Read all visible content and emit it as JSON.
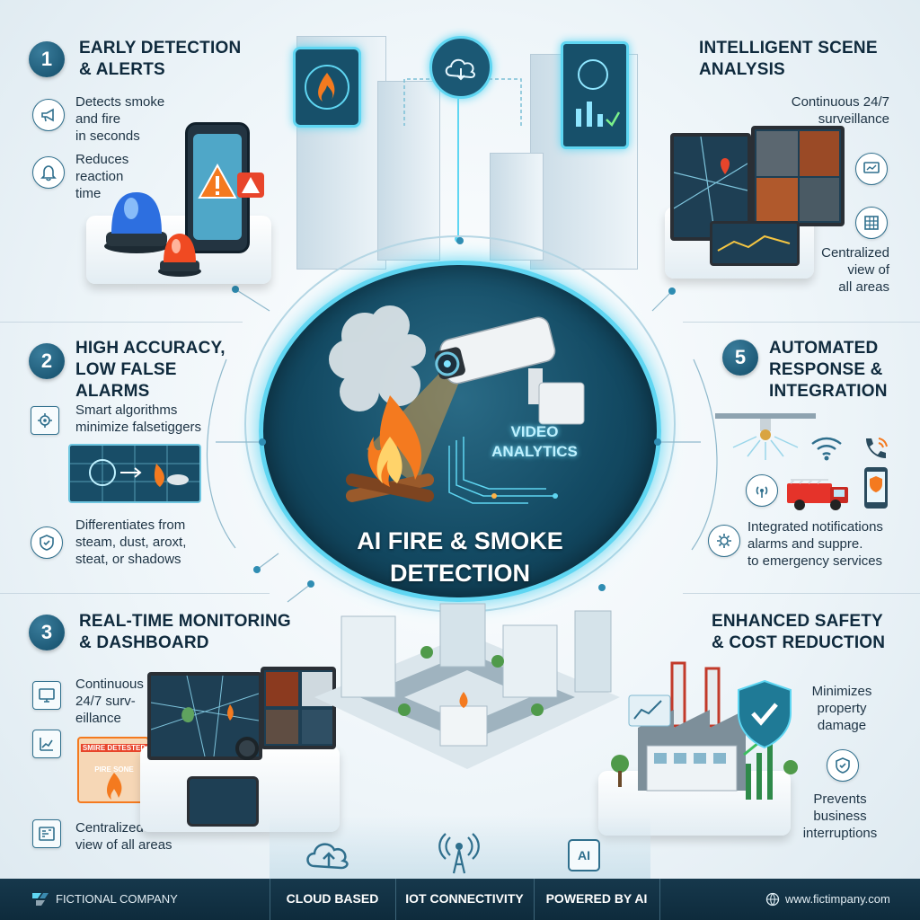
{
  "features": {
    "f1": {
      "number": "1",
      "title_line1": "EARLY DETECTION",
      "title_line2": "& ALERTS",
      "item1": [
        "Detects smoke",
        "and fire",
        "in seconds"
      ],
      "item2": [
        "Reduces",
        "reaction",
        "time"
      ]
    },
    "f2": {
      "number": "2",
      "title_line1": "HIGH ACCURACY,",
      "title_line2": "LOW FALSE",
      "title_line3": "ALARMS",
      "item1": [
        "Smart algorithms",
        "minimize falsetiggers"
      ],
      "item2": [
        "Differentiates from",
        "steam, dust, aroxt,",
        "steat, or shadows"
      ]
    },
    "f3": {
      "number": "3",
      "title_line1": "REAL-TIME MONITORING",
      "title_line2": "& DASHBOARD",
      "item1": [
        "Continuous",
        "24/7 surv-",
        "eillance"
      ],
      "item2": [
        "Centralized",
        "view of all areas"
      ],
      "screen_label1": "SMIRE DETESTED",
      "screen_label2": "PIRE SONE"
    },
    "f4": {
      "title_line1": "INTELLIGENT SCENE",
      "title_line2": "ANALYSIS",
      "item1": [
        "Continuous 24/7",
        "surveillance"
      ],
      "item2": [
        "Centralized",
        "view of",
        "all areas"
      ]
    },
    "f5": {
      "number": "5",
      "title_line1": "AUTOMATED",
      "title_line2": "RESPONSE &",
      "title_line3": "INTEGRATION",
      "item1": [
        "Integrated notifications",
        "alarms and suppre.",
        "to emergency services"
      ]
    },
    "f6": {
      "title_line1": "ENHANCED SAFETY",
      "title_line2": "& COST REDUCTION",
      "item1": [
        "Minimizes",
        "property",
        "damage"
      ],
      "item2": [
        "Prevents",
        "business",
        "interruptions"
      ]
    }
  },
  "center": {
    "title_line1": "AI FIRE & SMOKE",
    "title_line2": "DETECTION",
    "video_line1": "VIDEO",
    "video_line2": "ANALYTICS"
  },
  "footer": {
    "company": "FICTIONAL COMPANY",
    "cloud": "CLOUD BASED",
    "iot": "IOT CONNECTIVITY",
    "ai": "POWERED BY AI",
    "ai_badge": "AI",
    "website": "www.fictimpany.com"
  },
  "colors": {
    "accent": "#5fd6f2",
    "navy": "#0f2a3d",
    "teal": "#2f6f8d",
    "fire": "#f47a1f",
    "alert": "#e8452b"
  },
  "icons": [
    "megaphone-icon",
    "bell-icon",
    "brain-gear-icon",
    "shield-check-icon",
    "monitor-icon",
    "chart-icon",
    "dashboard-icon",
    "cloud-icon",
    "fire-icon",
    "analytics-icon",
    "grid-icon",
    "wifi-icon",
    "phone-icon",
    "gear-icon",
    "shield-icon",
    "globe-icon",
    "antenna-icon",
    "ai-chip-icon",
    "logo-icon"
  ]
}
